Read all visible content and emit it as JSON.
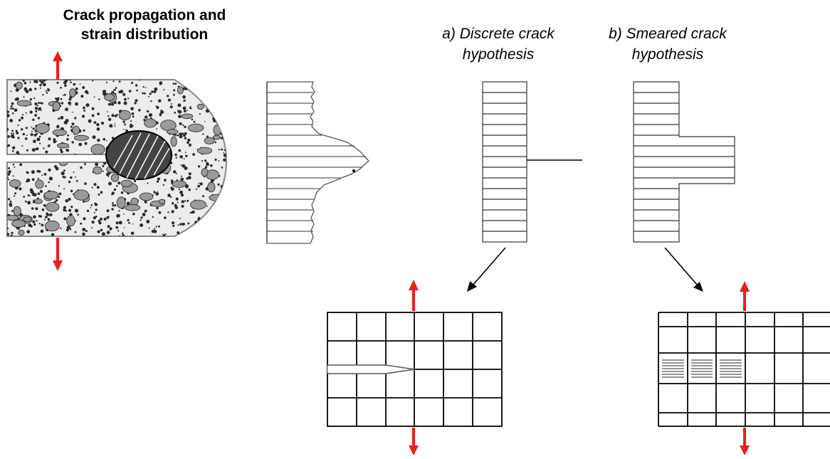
{
  "title": {
    "line1": "Crack propagation and",
    "line2": "strain distribution"
  },
  "discrete": {
    "label_line1": "a) Discrete crack",
    "label_line2": "hypothesis"
  },
  "smeared": {
    "label_line1": "b) Smeared crack",
    "label_line2": "hypothesis"
  },
  "colors": {
    "arrow": "#ee1c1c",
    "line": "#000000",
    "specimen_fill": "#2a2a2a",
    "aggregate": "#9a9a9a"
  }
}
